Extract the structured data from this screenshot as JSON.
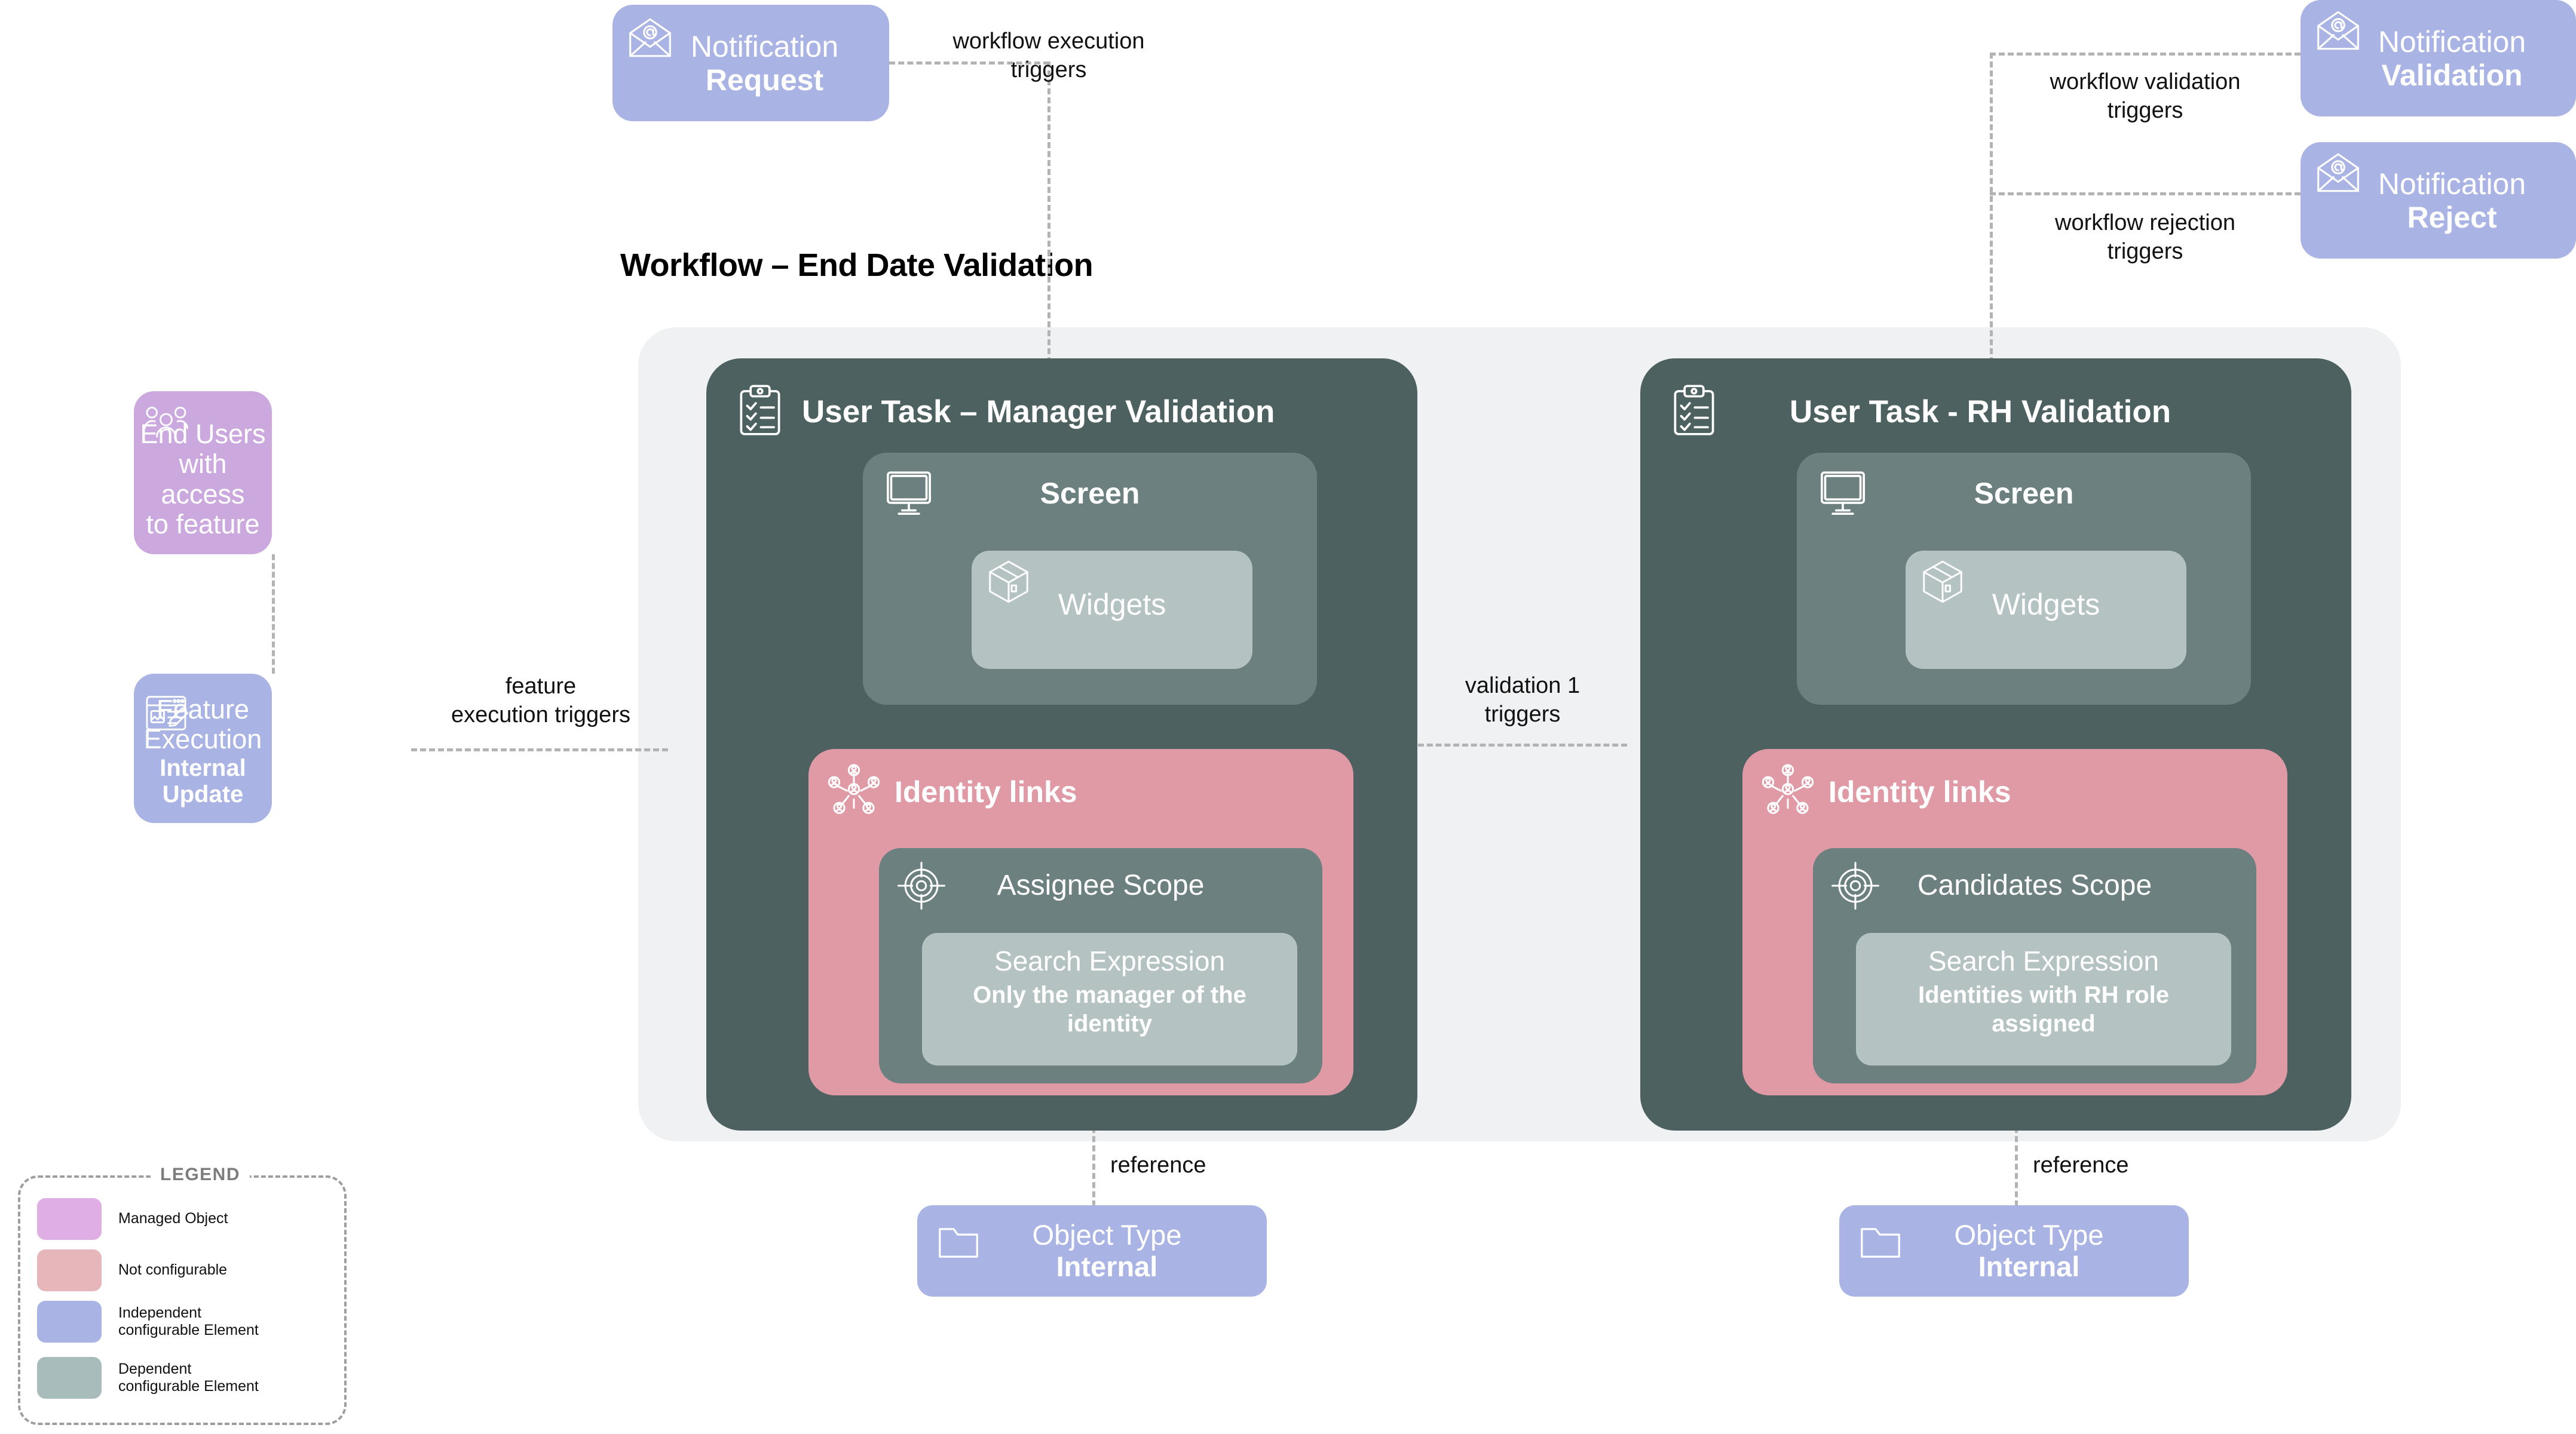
{
  "diagram": {
    "title": "Workflow – End Date Validation"
  },
  "notifications": {
    "request": {
      "title": "Notification",
      "sub": "Request",
      "icon": "envelope-at-icon"
    },
    "validation": {
      "title": "Notification",
      "sub": "Validation",
      "icon": "envelope-at-icon"
    },
    "reject": {
      "title": "Notification",
      "sub": "Reject",
      "icon": "envelope-at-icon"
    }
  },
  "actors": {
    "end_users": {
      "title": "End Users\nwith access\nto feature",
      "icon": "users-group-icon"
    },
    "feature_exec": {
      "title": "Feature\nExecution",
      "sub": "Internal Update",
      "icon": "form-edit-icon"
    }
  },
  "connectors": {
    "workflow_execution": "workflow execution\ntriggers",
    "workflow_validation": "workflow validation\ntriggers",
    "workflow_rejection": "workflow rejection\ntriggers",
    "feature_execution": "feature\nexecution triggers",
    "validation_1": "validation 1\ntriggers",
    "reference_left": "reference",
    "reference_right": "reference"
  },
  "tasks": [
    {
      "header": "User Task – Manager Validation",
      "header_icon": "clipboard-check-icon",
      "screen": {
        "label": "Screen",
        "icon": "monitor-icon"
      },
      "widgets": {
        "label": "Widgets",
        "icon": "box-3d-icon"
      },
      "identity_links": {
        "label": "Identity links",
        "icon": "identity-network-icon"
      },
      "scope": {
        "label": "Assignee Scope",
        "icon": "target-icon"
      },
      "search_expression": {
        "title": "Search Expression",
        "value": "Only the manager of the identity"
      }
    },
    {
      "header": "User Task - RH Validation",
      "header_icon": "clipboard-check-icon",
      "screen": {
        "label": "Screen",
        "icon": "monitor-icon"
      },
      "widgets": {
        "label": "Widgets",
        "icon": "box-3d-icon"
      },
      "identity_links": {
        "label": "Identity links",
        "icon": "identity-network-icon"
      },
      "scope": {
        "label": "Candidates Scope",
        "icon": "target-icon"
      },
      "search_expression": {
        "title": "Search Expression",
        "value": "Identities with RH role assigned"
      }
    }
  ],
  "object_types": [
    {
      "title": "Object Type",
      "sub": "Internal",
      "icon": "folder-icon"
    },
    {
      "title": "Object Type",
      "sub": "Internal",
      "icon": "folder-icon"
    }
  ],
  "legend": {
    "title": "LEGEND",
    "items": [
      {
        "label": "Managed Object",
        "color": "#dfaee4"
      },
      {
        "label": "Not configurable",
        "color": "#e6b6bb"
      },
      {
        "label": "Independent\nconfigurable Element",
        "color": "#aab4e4"
      },
      {
        "label": "Dependent\nconfigurable Element",
        "color": "#a8bcbb"
      }
    ]
  },
  "colors": {
    "blue": "#aab4e4",
    "purple": "#cba8de",
    "pink": "#e09aa5",
    "dark_card": "#4d6160",
    "mid_panel": "#6b807f",
    "light_panel": "#b4c2c2",
    "wrapper": "#f0f1f2",
    "connector": "#b3b3b3"
  }
}
